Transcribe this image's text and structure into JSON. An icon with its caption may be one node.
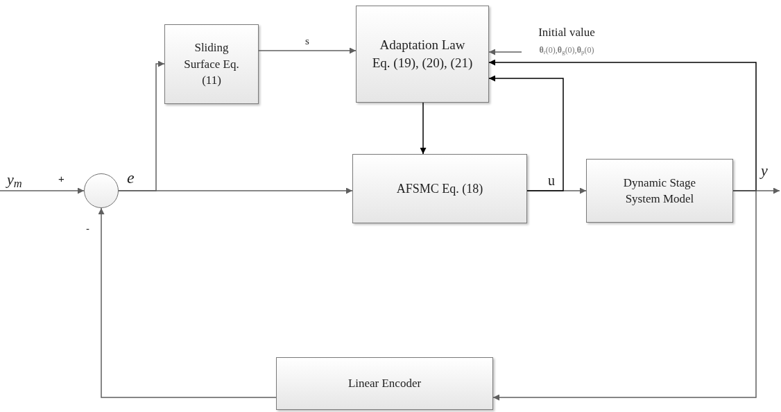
{
  "diagram": {
    "nodes": [
      {
        "text": [
          "Sliding Surface Eq. (11)"
        ]
      },
      {
        "text": [
          "Adaptation Law Eq. (19), (20), (21)"
        ]
      },
      {
        "text": [],
        "shape": "circle"
      },
      {
        "text": [
          "AFSMC Eq. (18)"
        ]
      },
      {
        "text": [
          "Dynamic Stage System Model"
        ]
      },
      {
        "text": [
          "Linear Encoder"
        ]
      },
      {
        "text": [
          "Initial value",
          "**θ**$_{r}$(0),**θ**$_{g}$(0),**θ**$_{p}$(0)"
        ]
      }
    ],
    "edges": [
      {
        "from": null,
        "to": 2,
        "arrow": "to",
        "label": "y$_{m}$"
      },
      {
        "from": 2,
        "to": 3,
        "arrow": "to",
        "label": "e"
      },
      {
        "from": 2,
        "to": 0,
        "arrow": "to"
      },
      {
        "from": 0,
        "to": 1,
        "arrow": "to",
        "label": "s"
      },
      {
        "from": 1,
        "to": 3,
        "arrow": "to",
        "color": "#000000"
      },
      {
        "from": 3,
        "to": 4,
        "arrow": "to",
        "label": "u"
      },
      {
        "from": 3,
        "to": 1,
        "arrow": "to",
        "color": "#000000"
      },
      {
        "from": 4,
        "to": null,
        "arrow": "to",
        "label": "y"
      },
      {
        "from": 4,
        "to": 1,
        "arrow": "to",
        "color": "#000000"
      },
      {
        "from": 4,
        "to": 5,
        "arrow": "to"
      },
      {
        "from": 5,
        "to": 2,
        "arrow": "to"
      },
      {
        "from": 6,
        "to": 1,
        "arrow": "to"
      }
    ],
    "labels": [
      "+",
      "-"
    ]
  }
}
